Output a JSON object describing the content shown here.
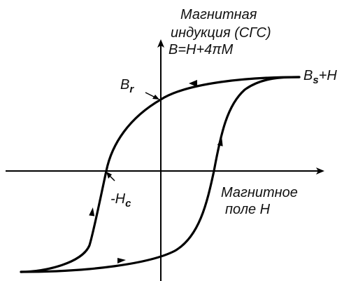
{
  "y_axis_label": {
    "line1": "Магнитная",
    "line2": "индукция (СГС)",
    "line3": "B=H+4πM"
  },
  "x_axis_label": {
    "line1": "Магнитное",
    "line2": "поле H"
  },
  "remanence_label": {
    "base": "B",
    "sub": "r"
  },
  "coercivity_label": {
    "prefix": "-H",
    "sub": "c"
  },
  "saturation_label": {
    "base": "B",
    "sub": "s",
    "suffix": "+H"
  }
}
